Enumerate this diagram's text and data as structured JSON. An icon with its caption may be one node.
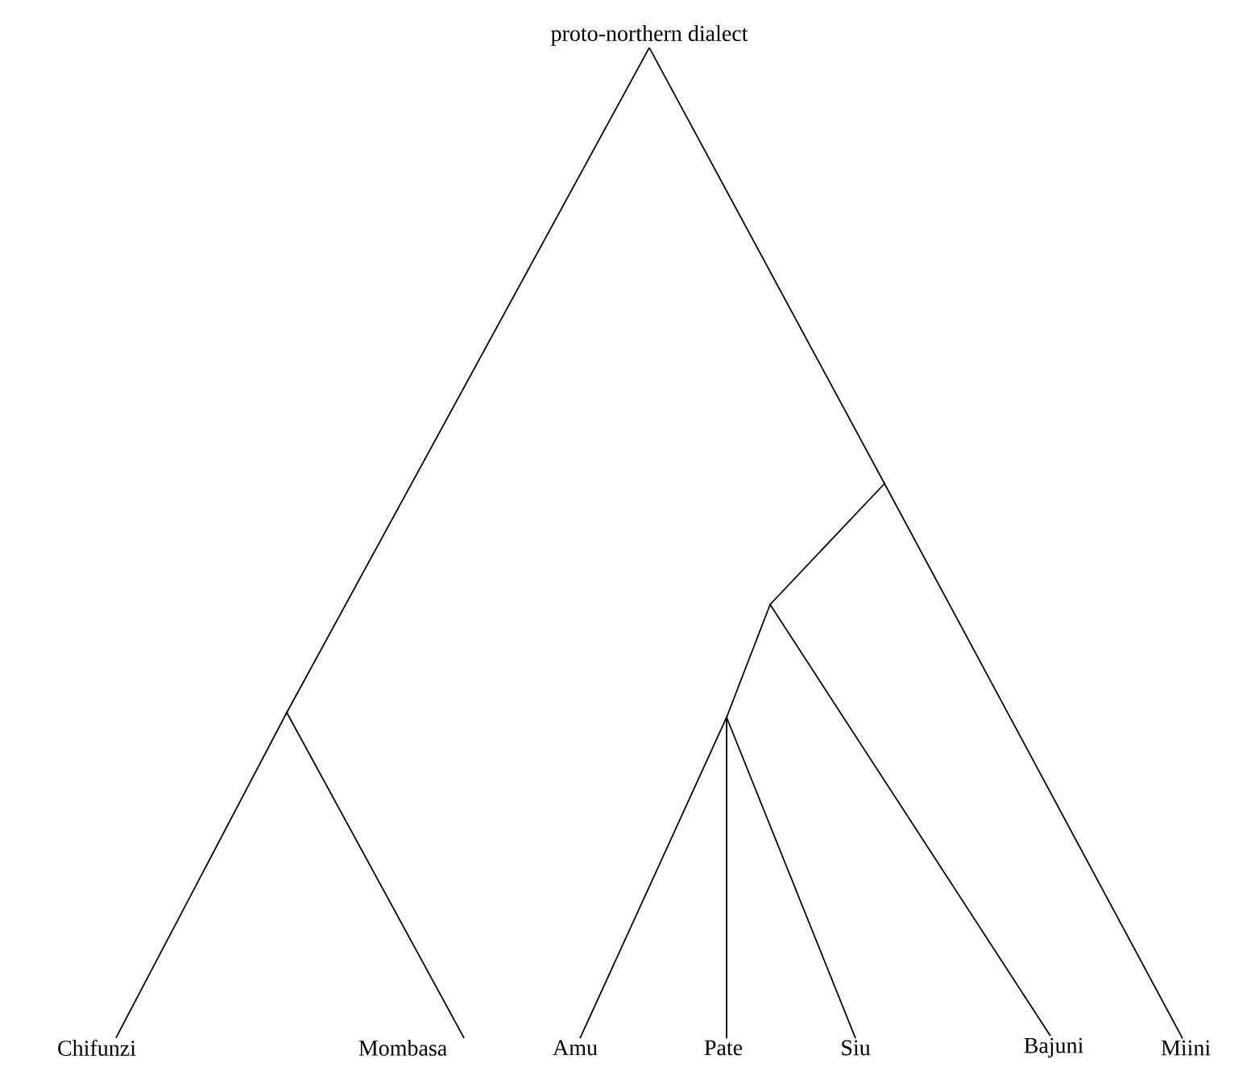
{
  "diagram": {
    "nodes": [
      {
        "text": [
          "proto-northern dialect"
        ]
      },
      {
        "text": [],
        "shape": "point"
      },
      {
        "text": [],
        "shape": "point"
      },
      {
        "text": [],
        "shape": "point"
      },
      {
        "text": [],
        "shape": "point"
      },
      {
        "text": [
          "Chifunzi"
        ]
      },
      {
        "text": [
          "Mombasa"
        ]
      },
      {
        "text": [
          "Amu"
        ]
      },
      {
        "text": [
          "Pate"
        ]
      },
      {
        "text": [
          "Siu"
        ]
      },
      {
        "text": [
          "Bajuni"
        ]
      },
      {
        "text": [
          "Miini"
        ]
      }
    ],
    "edges": [
      {
        "from": 0,
        "to": 3,
        "arrow": "none"
      },
      {
        "from": 3,
        "to": 5,
        "arrow": "none"
      },
      {
        "from": 3,
        "to": 6,
        "arrow": "none"
      },
      {
        "from": 0,
        "to": 1,
        "arrow": "none"
      },
      {
        "from": 1,
        "to": 11,
        "arrow": "none"
      },
      {
        "from": 1,
        "to": 2,
        "arrow": "none"
      },
      {
        "from": 2,
        "to": 10,
        "arrow": "none"
      },
      {
        "from": 2,
        "to": 4,
        "arrow": "none"
      },
      {
        "from": 4,
        "to": 7,
        "arrow": "none"
      },
      {
        "from": 4,
        "to": 8,
        "arrow": "none"
      },
      {
        "from": 4,
        "to": 9,
        "arrow": "none"
      }
    ]
  }
}
